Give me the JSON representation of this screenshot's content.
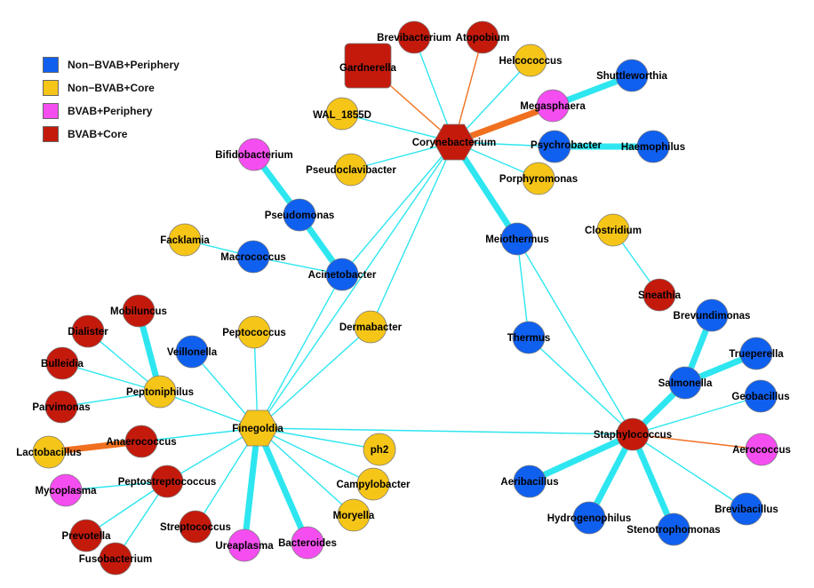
{
  "colors": {
    "non_bvab_periphery": "#1060f0",
    "non_bvab_core": "#f5c518",
    "bvab_periphery": "#f54ef0",
    "bvab_core": "#c41a0c",
    "edge_cyan": "#2ee6f0",
    "edge_orange": "#f07020"
  },
  "legend": [
    {
      "label": "Non−BVAB+Periphery",
      "color": "#1060f0"
    },
    {
      "label": "Non−BVAB+Core",
      "color": "#f5c518"
    },
    {
      "label": "BVAB+Periphery",
      "color": "#f54ef0"
    },
    {
      "label": "BVAB+Core",
      "color": "#c41a0c"
    }
  ],
  "nodes": [
    {
      "id": "Corynebacterium",
      "label": "Corynebacterium",
      "group": "bvab_core",
      "shape": "hexagon"
    },
    {
      "id": "Finegoldia",
      "label": "Finegoldia",
      "group": "non_bvab_core",
      "shape": "hexagon"
    },
    {
      "id": "Staphylococcus",
      "label": "Staphylococcus",
      "group": "bvab_core",
      "shape": "circle"
    },
    {
      "id": "Gardnerella",
      "label": "Gardnerella",
      "group": "bvab_core",
      "shape": "square"
    },
    {
      "id": "Brevibacterium",
      "label": "Brevibacterium",
      "group": "bvab_core",
      "shape": "circle"
    },
    {
      "id": "Atopobium",
      "label": "Atopobium",
      "group": "bvab_core",
      "shape": "circle"
    },
    {
      "id": "Helcococcus",
      "label": "Helcococcus",
      "group": "non_bvab_core",
      "shape": "circle"
    },
    {
      "id": "Shuttleworthia",
      "label": "Shuttleworthia",
      "group": "non_bvab_periphery",
      "shape": "circle"
    },
    {
      "id": "Megasphaera",
      "label": "Megasphaera",
      "group": "bvab_periphery",
      "shape": "circle"
    },
    {
      "id": "WAL_1855D",
      "label": "WAL_1855D",
      "group": "non_bvab_core",
      "shape": "circle"
    },
    {
      "id": "Psychrobacter",
      "label": "Psychrobacter",
      "group": "non_bvab_periphery",
      "shape": "circle"
    },
    {
      "id": "Haemophilus",
      "label": "Haemophilus",
      "group": "non_bvab_periphery",
      "shape": "circle"
    },
    {
      "id": "Bifidobacterium",
      "label": "Bifidobacterium",
      "group": "bvab_periphery",
      "shape": "circle"
    },
    {
      "id": "Pseudoclavibacter",
      "label": "Pseudoclavibacter",
      "group": "non_bvab_core",
      "shape": "circle"
    },
    {
      "id": "Porphyromonas",
      "label": "Porphyromonas",
      "group": "non_bvab_core",
      "shape": "circle"
    },
    {
      "id": "Pseudomonas",
      "label": "Pseudomonas",
      "group": "non_bvab_periphery",
      "shape": "circle"
    },
    {
      "id": "Facklamia",
      "label": "Facklamia",
      "group": "non_bvab_core",
      "shape": "circle"
    },
    {
      "id": "Macrococcus",
      "label": "Macrococcus",
      "group": "non_bvab_periphery",
      "shape": "circle"
    },
    {
      "id": "Acinetobacter",
      "label": "Acinetobacter",
      "group": "non_bvab_periphery",
      "shape": "circle"
    },
    {
      "id": "Meiothermus",
      "label": "Meiothermus",
      "group": "non_bvab_periphery",
      "shape": "circle"
    },
    {
      "id": "Clostridium",
      "label": "Clostridium",
      "group": "non_bvab_core",
      "shape": "circle"
    },
    {
      "id": "Sneathia",
      "label": "Sneathia",
      "group": "bvab_core",
      "shape": "circle"
    },
    {
      "id": "Brevundimonas",
      "label": "Brevundimonas",
      "group": "non_bvab_periphery",
      "shape": "circle"
    },
    {
      "id": "Mobiluncus",
      "label": "Mobiluncus",
      "group": "bvab_core",
      "shape": "circle"
    },
    {
      "id": "Peptococcus",
      "label": "Peptococcus",
      "group": "non_bvab_core",
      "shape": "circle"
    },
    {
      "id": "Dermabacter",
      "label": "Dermabacter",
      "group": "non_bvab_core",
      "shape": "circle"
    },
    {
      "id": "Dialister",
      "label": "Dialister",
      "group": "bvab_core",
      "shape": "circle"
    },
    {
      "id": "Thermus",
      "label": "Thermus",
      "group": "non_bvab_periphery",
      "shape": "circle"
    },
    {
      "id": "Trueperella",
      "label": "Trueperella",
      "group": "non_bvab_periphery",
      "shape": "circle"
    },
    {
      "id": "Veillonella",
      "label": "Veillonella",
      "group": "non_bvab_periphery",
      "shape": "circle"
    },
    {
      "id": "Bulleidia",
      "label": "Bulleidia",
      "group": "bvab_core",
      "shape": "circle"
    },
    {
      "id": "Salmonella",
      "label": "Salmonella",
      "group": "non_bvab_periphery",
      "shape": "circle"
    },
    {
      "id": "Peptoniphilus",
      "label": "Peptoniphilus",
      "group": "non_bvab_core",
      "shape": "circle"
    },
    {
      "id": "Geobacillus",
      "label": "Geobacillus",
      "group": "non_bvab_periphery",
      "shape": "circle"
    },
    {
      "id": "Parvimonas",
      "label": "Parvimonas",
      "group": "bvab_core",
      "shape": "circle"
    },
    {
      "id": "Anaerococcus",
      "label": "Anaerococcus",
      "group": "bvab_core",
      "shape": "circle"
    },
    {
      "id": "Lactobacillus",
      "label": "Lactobacillus",
      "group": "non_bvab_core",
      "shape": "circle"
    },
    {
      "id": "ph2",
      "label": "ph2",
      "group": "non_bvab_core",
      "shape": "circle"
    },
    {
      "id": "Aerococcus",
      "label": "Aerococcus",
      "group": "bvab_periphery",
      "shape": "circle"
    },
    {
      "id": "Peptostreptococcus",
      "label": "Peptostreptococcus",
      "group": "bvab_core",
      "shape": "circle"
    },
    {
      "id": "Campylobacter",
      "label": "Campylobacter",
      "group": "non_bvab_core",
      "shape": "circle"
    },
    {
      "id": "Mycoplasma",
      "label": "Mycoplasma",
      "group": "bvab_periphery",
      "shape": "circle"
    },
    {
      "id": "Aeribacillus",
      "label": "Aeribacillus",
      "group": "non_bvab_periphery",
      "shape": "circle"
    },
    {
      "id": "Moryella",
      "label": "Moryella",
      "group": "non_bvab_core",
      "shape": "circle"
    },
    {
      "id": "Streptococcus",
      "label": "Streptococcus",
      "group": "bvab_core",
      "shape": "circle"
    },
    {
      "id": "Hydrogenophilus",
      "label": "Hydrogenophilus",
      "group": "non_bvab_periphery",
      "shape": "circle"
    },
    {
      "id": "Brevibacillus",
      "label": "Brevibacillus",
      "group": "non_bvab_periphery",
      "shape": "circle"
    },
    {
      "id": "Prevotella",
      "label": "Prevotella",
      "group": "bvab_core",
      "shape": "circle"
    },
    {
      "id": "Ureaplasma",
      "label": "Ureaplasma",
      "group": "bvab_periphery",
      "shape": "circle"
    },
    {
      "id": "Bacteroides",
      "label": "Bacteroides",
      "group": "bvab_periphery",
      "shape": "circle"
    },
    {
      "id": "Stenotrophomonas",
      "label": "Stenotrophomonas",
      "group": "non_bvab_periphery",
      "shape": "circle"
    },
    {
      "id": "Fusobacterium",
      "label": "Fusobacterium",
      "group": "bvab_core",
      "shape": "circle"
    }
  ],
  "edges": [
    {
      "from": "Corynebacterium",
      "to": "Gardnerella",
      "color": "orange",
      "weight": "thin"
    },
    {
      "from": "Corynebacterium",
      "to": "Brevibacterium",
      "color": "cyan",
      "weight": "thin"
    },
    {
      "from": "Corynebacterium",
      "to": "Atopobium",
      "color": "orange",
      "weight": "thin"
    },
    {
      "from": "Corynebacterium",
      "to": "Helcococcus",
      "color": "cyan",
      "weight": "thin"
    },
    {
      "from": "Corynebacterium",
      "to": "Megasphaera",
      "color": "orange",
      "weight": "thick"
    },
    {
      "from": "Megasphaera",
      "to": "Shuttleworthia",
      "color": "cyan",
      "weight": "thick"
    },
    {
      "from": "Corynebacterium",
      "to": "WAL_1855D",
      "color": "cyan",
      "weight": "thin"
    },
    {
      "from": "Corynebacterium",
      "to": "Psychrobacter",
      "color": "cyan",
      "weight": "thin"
    },
    {
      "from": "Psychrobacter",
      "to": "Haemophilus",
      "color": "cyan",
      "weight": "thick"
    },
    {
      "from": "Corynebacterium",
      "to": "Pseudoclavibacter",
      "color": "cyan",
      "weight": "thin"
    },
    {
      "from": "Corynebacterium",
      "to": "Porphyromonas",
      "color": "cyan",
      "weight": "thin"
    },
    {
      "from": "Corynebacterium",
      "to": "Meiothermus",
      "color": "cyan",
      "weight": "thick"
    },
    {
      "from": "Corynebacterium",
      "to": "Acinetobacter",
      "color": "cyan",
      "weight": "thin"
    },
    {
      "from": "Corynebacterium",
      "to": "Dermabacter",
      "color": "cyan",
      "weight": "thin"
    },
    {
      "from": "Corynebacterium",
      "to": "Finegoldia",
      "color": "cyan",
      "weight": "thin"
    },
    {
      "from": "Bifidobacterium",
      "to": "Pseudomonas",
      "color": "cyan",
      "weight": "thick"
    },
    {
      "from": "Pseudomonas",
      "to": "Acinetobacter",
      "color": "cyan",
      "weight": "thick"
    },
    {
      "from": "Facklamia",
      "to": "Macrococcus",
      "color": "cyan",
      "weight": "thin"
    },
    {
      "from": "Macrococcus",
      "to": "Acinetobacter",
      "color": "cyan",
      "weight": "thin"
    },
    {
      "from": "Acinetobacter",
      "to": "Finegoldia",
      "color": "cyan",
      "weight": "thin"
    },
    {
      "from": "Dermabacter",
      "to": "Finegoldia",
      "color": "cyan",
      "weight": "thin"
    },
    {
      "from": "Meiothermus",
      "to": "Thermus",
      "color": "cyan",
      "weight": "thin"
    },
    {
      "from": "Meiothermus",
      "to": "Staphylococcus",
      "color": "cyan",
      "weight": "thin"
    },
    {
      "from": "Thermus",
      "to": "Staphylococcus",
      "color": "cyan",
      "weight": "thin"
    },
    {
      "from": "Clostridium",
      "to": "Sneathia",
      "color": "cyan",
      "weight": "thin"
    },
    {
      "from": "Brevundimonas",
      "to": "Salmonella",
      "color": "cyan",
      "weight": "thick"
    },
    {
      "from": "Trueperella",
      "to": "Salmonella",
      "color": "cyan",
      "weight": "thick"
    },
    {
      "from": "Salmonella",
      "to": "Staphylococcus",
      "color": "cyan",
      "weight": "thick"
    },
    {
      "from": "Geobacillus",
      "to": "Staphylococcus",
      "color": "cyan",
      "weight": "thin"
    },
    {
      "from": "Staphylococcus",
      "to": "Aerococcus",
      "color": "orange",
      "weight": "thin"
    },
    {
      "from": "Staphylococcus",
      "to": "Aeribacillus",
      "color": "cyan",
      "weight": "thick"
    },
    {
      "from": "Staphylococcus",
      "to": "Hydrogenophilus",
      "color": "cyan",
      "weight": "thick"
    },
    {
      "from": "Staphylococcus",
      "to": "Stenotrophomonas",
      "color": "cyan",
      "weight": "thick"
    },
    {
      "from": "Staphylococcus",
      "to": "Brevibacillus",
      "color": "cyan",
      "weight": "thin"
    },
    {
      "from": "Finegoldia",
      "to": "Staphylococcus",
      "color": "cyan",
      "weight": "thin"
    },
    {
      "from": "Mobiluncus",
      "to": "Peptoniphilus",
      "color": "cyan",
      "weight": "thick"
    },
    {
      "from": "Dialister",
      "to": "Peptoniphilus",
      "color": "cyan",
      "weight": "thin"
    },
    {
      "from": "Bulleidia",
      "to": "Peptoniphilus",
      "color": "cyan",
      "weight": "thin"
    },
    {
      "from": "Parvimonas",
      "to": "Peptoniphilus",
      "color": "cyan",
      "weight": "thin"
    },
    {
      "from": "Peptoniphilus",
      "to": "Finegoldia",
      "color": "cyan",
      "weight": "thin"
    },
    {
      "from": "Veillonella",
      "to": "Finegoldia",
      "color": "cyan",
      "weight": "thin"
    },
    {
      "from": "Peptococcus",
      "to": "Finegoldia",
      "color": "cyan",
      "weight": "thin"
    },
    {
      "from": "Lactobacillus",
      "to": "Anaerococcus",
      "color": "orange",
      "weight": "thick"
    },
    {
      "from": "Anaerococcus",
      "to": "Finegoldia",
      "color": "cyan",
      "weight": "thin"
    },
    {
      "from": "Peptostreptococcus",
      "to": "Finegoldia",
      "color": "cyan",
      "weight": "thin"
    },
    {
      "from": "Mycoplasma",
      "to": "Peptostreptococcus",
      "color": "cyan",
      "weight": "thin"
    },
    {
      "from": "Prevotella",
      "to": "Peptostreptococcus",
      "color": "cyan",
      "weight": "thin"
    },
    {
      "from": "Fusobacterium",
      "to": "Peptostreptococcus",
      "color": "cyan",
      "weight": "thin"
    },
    {
      "from": "Streptococcus",
      "to": "Finegoldia",
      "color": "cyan",
      "weight": "thin"
    },
    {
      "from": "Ureaplasma",
      "to": "Finegoldia",
      "color": "cyan",
      "weight": "thick"
    },
    {
      "from": "Bacteroides",
      "to": "Finegoldia",
      "color": "cyan",
      "weight": "thick"
    },
    {
      "from": "Moryella",
      "to": "Finegoldia",
      "color": "cyan",
      "weight": "thin"
    },
    {
      "from": "Campylobacter",
      "to": "Finegoldia",
      "color": "cyan",
      "weight": "thin"
    },
    {
      "from": "ph2",
      "to": "Finegoldia",
      "color": "cyan",
      "weight": "thin"
    }
  ]
}
